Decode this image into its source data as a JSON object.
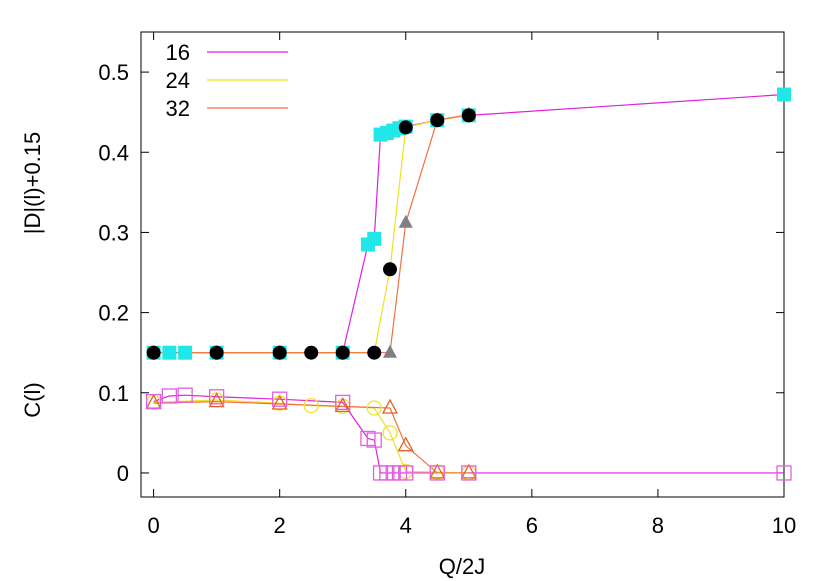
{
  "chart_data": {
    "type": "line",
    "xlabel": "Q/2J",
    "ylabel_upper": "|D|(l)+0.15",
    "ylabel_lower": "C(l)",
    "xlim": [
      -0.2,
      10
    ],
    "ylim": [
      -0.03,
      0.55
    ],
    "x_ticks": [
      0,
      2,
      4,
      6,
      8,
      10
    ],
    "y_ticks": [
      0,
      0.1,
      0.2,
      0.3,
      0.4,
      0.5
    ],
    "x_tick_labels": [
      "0",
      "2",
      "4",
      "6",
      "8",
      "10"
    ],
    "y_tick_labels": [
      "0",
      "0.1",
      "0.2",
      "0.3",
      "0.4",
      "0.5"
    ],
    "grid": false,
    "legend_position": "top-left",
    "series": [
      {
        "name": "16",
        "color": "#e020e0",
        "x": [
          0,
          0.25,
          0.5,
          1,
          2,
          3,
          3.4,
          3.5,
          3.6,
          3.7,
          3.8,
          3.9,
          4,
          4.5,
          5,
          10
        ],
        "D": [
          0.15,
          0.15,
          0.15,
          0.15,
          0.15,
          0.15,
          0.285,
          0.292,
          0.422,
          0.424,
          0.427,
          0.43,
          0.432,
          0.44,
          0.446,
          0.472
        ],
        "C": [
          0.089,
          0.096,
          0.097,
          0.095,
          0.092,
          0.088,
          0.043,
          0.041,
          0,
          0,
          0,
          0,
          0,
          0,
          0,
          0
        ]
      },
      {
        "name": "24",
        "color": "#f0e020",
        "x": [
          0,
          1,
          2,
          2.5,
          3,
          3.5,
          3.75,
          4,
          4.5,
          5
        ],
        "D": [
          0.15,
          0.15,
          0.15,
          0.15,
          0.15,
          0.15,
          0.254,
          0.431,
          0.44,
          0.446
        ],
        "C": [
          0.088,
          0.091,
          0.087,
          0.084,
          0.083,
          0.081,
          0.05,
          0.002,
          0.001,
          0
        ],
        "marker_D": "filled-circle",
        "marker_D_color": "#000000"
      },
      {
        "name": "32",
        "color": "#f07040",
        "x": [
          0,
          1,
          2,
          3,
          3.75,
          4,
          4.5,
          5
        ],
        "D": [
          0.15,
          0.15,
          0.15,
          0.15,
          0.15,
          0.312,
          0.44,
          0.447
        ],
        "C": [
          0.087,
          0.089,
          0.086,
          0.083,
          0.081,
          0.034,
          0,
          0
        ],
        "marker_D": "filled-triangle",
        "marker_D_color": "#808080"
      }
    ],
    "cyan_squares_color": "#20e8e8",
    "open_marker_colors": {
      "16": "#e060e0",
      "24": "#f0e030",
      "32": "#e06030"
    }
  }
}
